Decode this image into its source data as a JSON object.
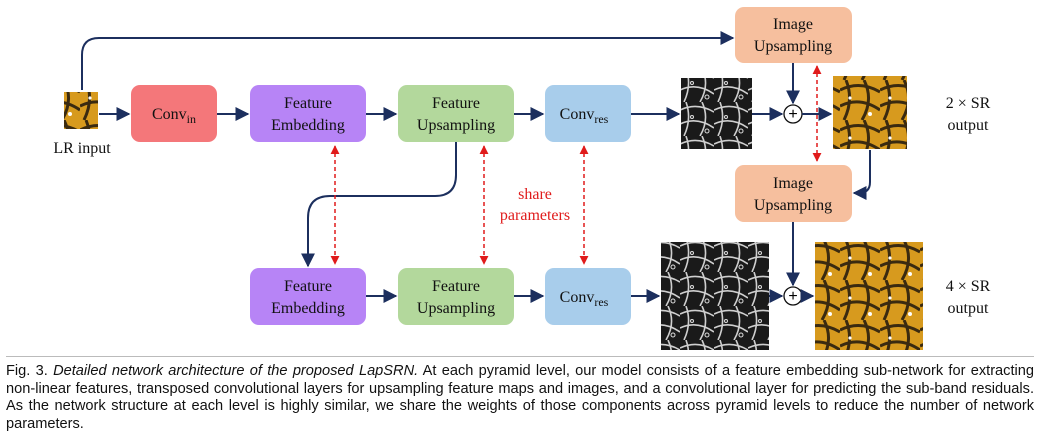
{
  "diagram": {
    "lr_input_label": "LR input",
    "conv_in": {
      "base": "Conv",
      "sub": "in"
    },
    "feature_embedding": [
      "Feature",
      "Embedding"
    ],
    "feature_upsampling": [
      "Feature",
      "Upsampling"
    ],
    "conv_res": {
      "base": "Conv",
      "sub": "res"
    },
    "image_upsampling": [
      "Image",
      "Upsampling"
    ],
    "output_2x": [
      "2 × SR",
      "output"
    ],
    "output_4x": [
      "4 × SR",
      "output"
    ],
    "share_label": [
      "share",
      "parameters"
    ],
    "plus_symbol": "+",
    "colors": {
      "conv_in": "#f4777a",
      "feature_embedding": "#b784f6",
      "feature_upsampling": "#b3d89c",
      "conv_res": "#a8cdeb",
      "image_upsampling": "#f6bf9e",
      "arrow": "#1c2f5e",
      "share": "#e01b1b"
    }
  },
  "caption": {
    "fig_label": "Fig. 3.",
    "title": "Detailed network architecture of the proposed LapSRN.",
    "body": "At each pyramid level, our model consists of a feature embedding sub-network for extracting non-linear features, transposed convolutional layers for upsampling feature maps and images, and a convolutional layer for predicting the sub-band residuals. As the network structure at each level is highly similar, we share the weights of those components across pyramid levels to reduce the number of network parameters."
  }
}
